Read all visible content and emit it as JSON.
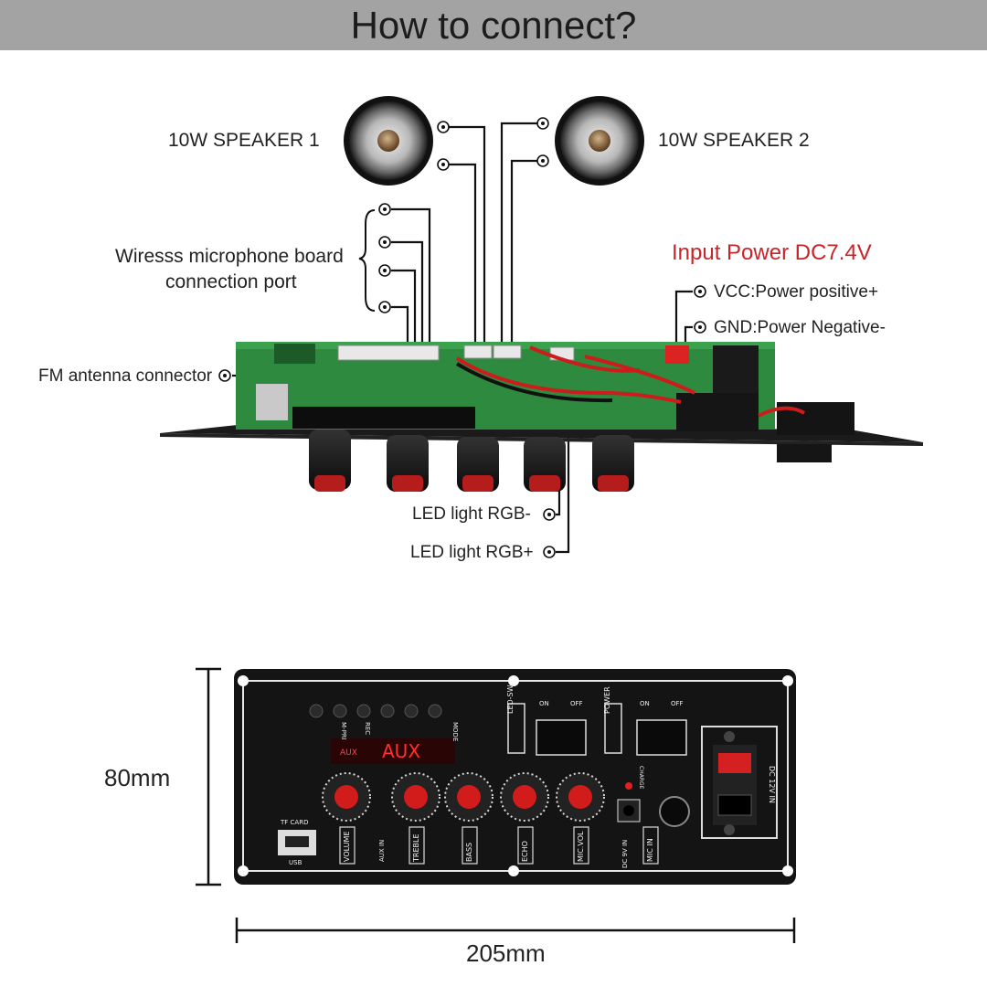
{
  "header": {
    "title": "How to connect?"
  },
  "labels": {
    "speaker1": "10W SPEAKER 1",
    "speaker2": "10W SPEAKER 2",
    "mic_port_line1": "Wiresss microphone board",
    "mic_port_line2": "connection port",
    "input_power": "Input Power DC7.4V",
    "vcc": "VCC:Power positive+",
    "gnd": "GND:Power Negative-",
    "fm_antenna": "FM antenna connector",
    "led_minus": "LED light RGB-",
    "led_plus": "LED light RGB+"
  },
  "dimensions": {
    "height": "80mm",
    "width": "205mm"
  },
  "panel": {
    "display": "AUX",
    "display_small": "AUX",
    "top_buttons": [
      "M-PRI",
      "REC",
      "",
      "MODE"
    ],
    "led_sw": "LED-SW",
    "power": "POWER",
    "on": "ON",
    "off": "OFF",
    "knobs": [
      "VOLUME",
      "TREBLE",
      "BASS",
      "ECHO",
      "MIC.VOL"
    ],
    "aux_in": "AUX IN",
    "tf_card": "TF CARD",
    "usb": "USB",
    "charge": "CHARGE",
    "dc_in": "DC 9V IN",
    "mic_in": "MIC IN",
    "dc_12v": "DC 12V IN"
  },
  "colors": {
    "accent_red": "#c8242a",
    "board_green": "#2e8a3e",
    "panel_black": "#141414"
  }
}
